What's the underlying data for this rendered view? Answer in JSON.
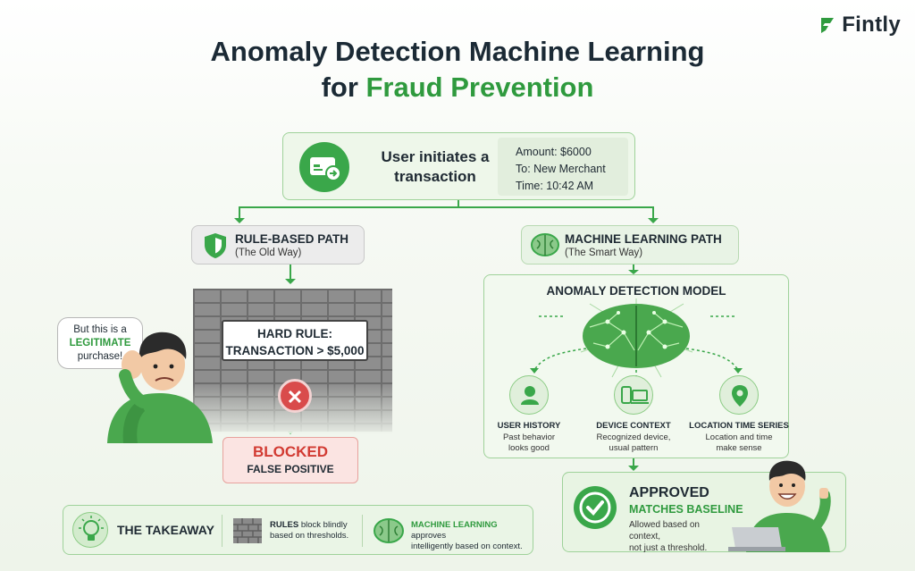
{
  "brand": {
    "name": "Fintly",
    "color": "#2f9a3e"
  },
  "title": {
    "line1": "Anomaly Detection Machine Learning",
    "line2_prefix": "for ",
    "line2_accent": "Fraud Prevention"
  },
  "transaction": {
    "label": "User initiates a transaction",
    "amount": "Amount: $6000",
    "to": "To: New Merchant",
    "time": "Time: 10:42 AM",
    "icon": "card-arrow-icon"
  },
  "rule_path": {
    "title": "RULE-BASED PATH",
    "subtitle": "(The Old Way)",
    "icon": "shield-icon",
    "rule_line1": "HARD RULE:",
    "rule_line2": "TRANSACTION > $5,000",
    "speech_pre": "But this is a",
    "speech_emph": "LEGITIMATE",
    "speech_post": "purchase!",
    "blocked": "BLOCKED",
    "blocked_sub": "FALSE POSITIVE"
  },
  "ml_path": {
    "title": "MACHINE LEARNING PATH",
    "subtitle": "(The Smart Way)",
    "icon": "brain-icon",
    "model_title": "ANOMALY DETECTION MODEL",
    "features": [
      {
        "title": "USER HISTORY",
        "line1": "Past behavior",
        "line2": "looks good",
        "icon": "user-icon"
      },
      {
        "title": "DEVICE CONTEXT",
        "line1": "Recognized device,",
        "line2": "usual pattern",
        "icon": "devices-icon"
      },
      {
        "title": "LOCATION TIME SERIES",
        "line1": "Location and time",
        "line2": "make sense",
        "icon": "location-pin-icon"
      }
    ],
    "approved": "APPROVED",
    "approved_sub": "MATCHES BASELINE",
    "approved_desc1": "Allowed based on context,",
    "approved_desc2": "not just a threshold."
  },
  "takeaway": {
    "title": "THE TAKEAWAY",
    "rules_emph": "RULES",
    "rules_text1": " block blindly",
    "rules_text2": "based on thresholds.",
    "ml_emph": "MACHINE LEARNING",
    "ml_text1": " approves",
    "ml_text2": "intelligently based on context."
  },
  "colors": {
    "green": "#3aa74a",
    "red": "#d94b4b",
    "dark": "#1f2a33"
  }
}
